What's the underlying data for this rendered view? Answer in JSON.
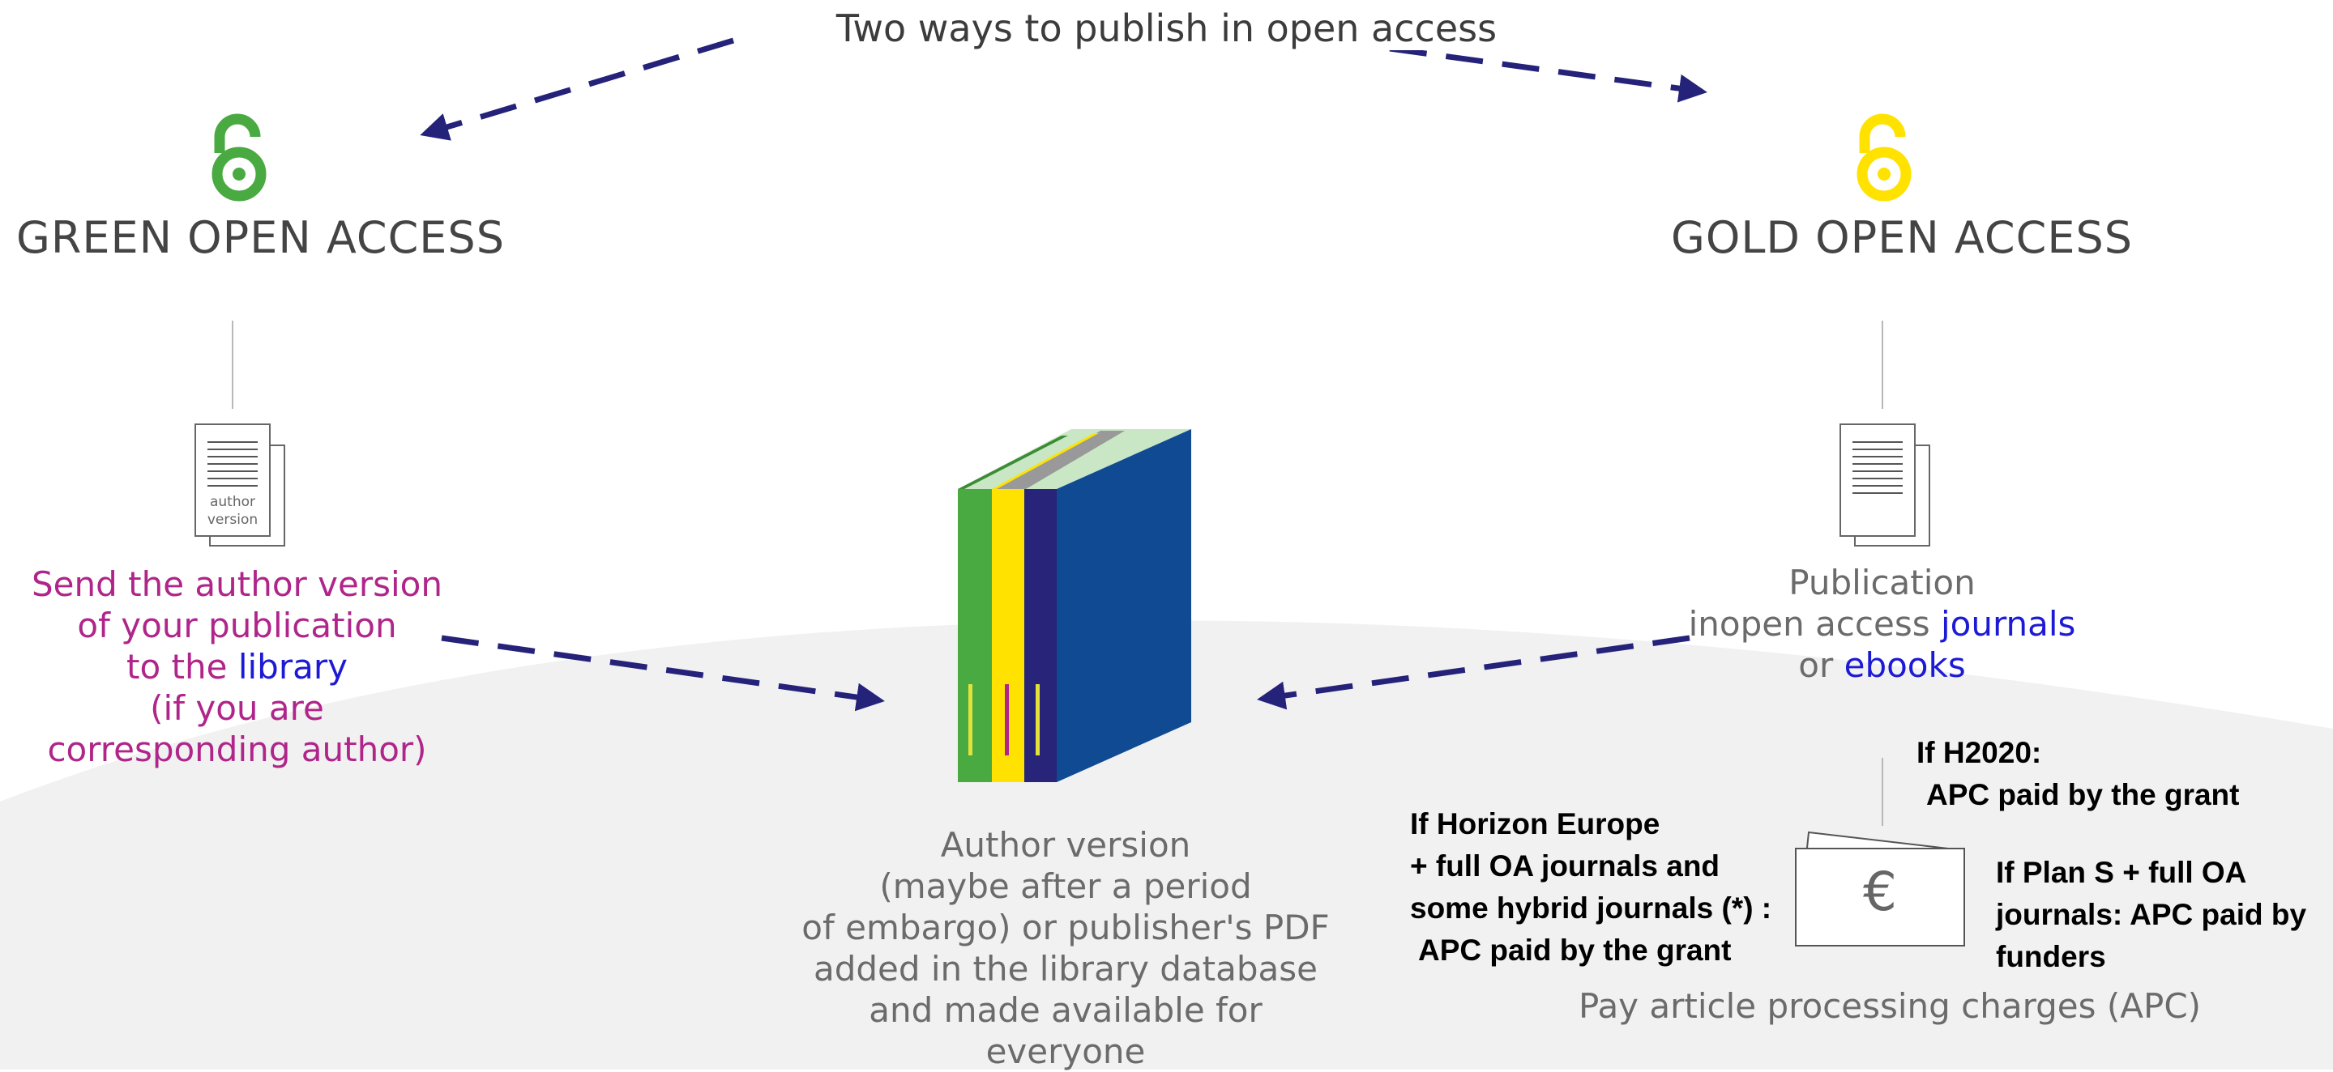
{
  "title": "Two ways to publish in open access",
  "green": {
    "heading": "GREEN OPEN ACCESS",
    "icon": "open-access-lock-icon",
    "color": "#4aaa42",
    "doc_label_1": "author",
    "doc_label_2": "version",
    "line1": "Send the author version",
    "line2": "of your publication",
    "line3_prefix": "to the ",
    "line3_link": "library",
    "line4": "(if you are",
    "line5": "corresponding author)"
  },
  "gold": {
    "heading": "GOLD OPEN ACCESS",
    "icon": "open-access-lock-icon",
    "color": "#ffe200",
    "line1": "Publication",
    "line2_prefix": "inopen access ",
    "line2_link": "journals",
    "line3_prefix": "or ",
    "line3_link": "ebooks"
  },
  "center": {
    "line1": "Author version",
    "line2": "(maybe after a period",
    "line3": "of embargo) or publisher's PDF",
    "line4": "added in the library database",
    "line5": "and made available for",
    "line6": "everyone"
  },
  "apc": {
    "h2020_line1": "If H2020:",
    "h2020_line2": "APC paid by the grant",
    "horizon_line1": "If Horizon Europe",
    "horizon_line2": "+ full OA journals and",
    "horizon_line3": "some hybrid journals (*) :",
    "horizon_line4": "APC paid by the grant",
    "plans_line1": "If Plan S + full OA",
    "plans_line2": "journals:  APC paid by",
    "plans_line3": "funders",
    "currency": "€",
    "caption": "Pay article processing charges (APC)"
  },
  "colors": {
    "arrow": "#25227a",
    "pink": "#b0258a",
    "link": "#1d1ad6",
    "book_blue": "#0f4a93",
    "book_navy": "#272479",
    "book_green": "#4aaa42",
    "book_yellow": "#ffe200",
    "bg_curve": "#f1f1f1"
  }
}
